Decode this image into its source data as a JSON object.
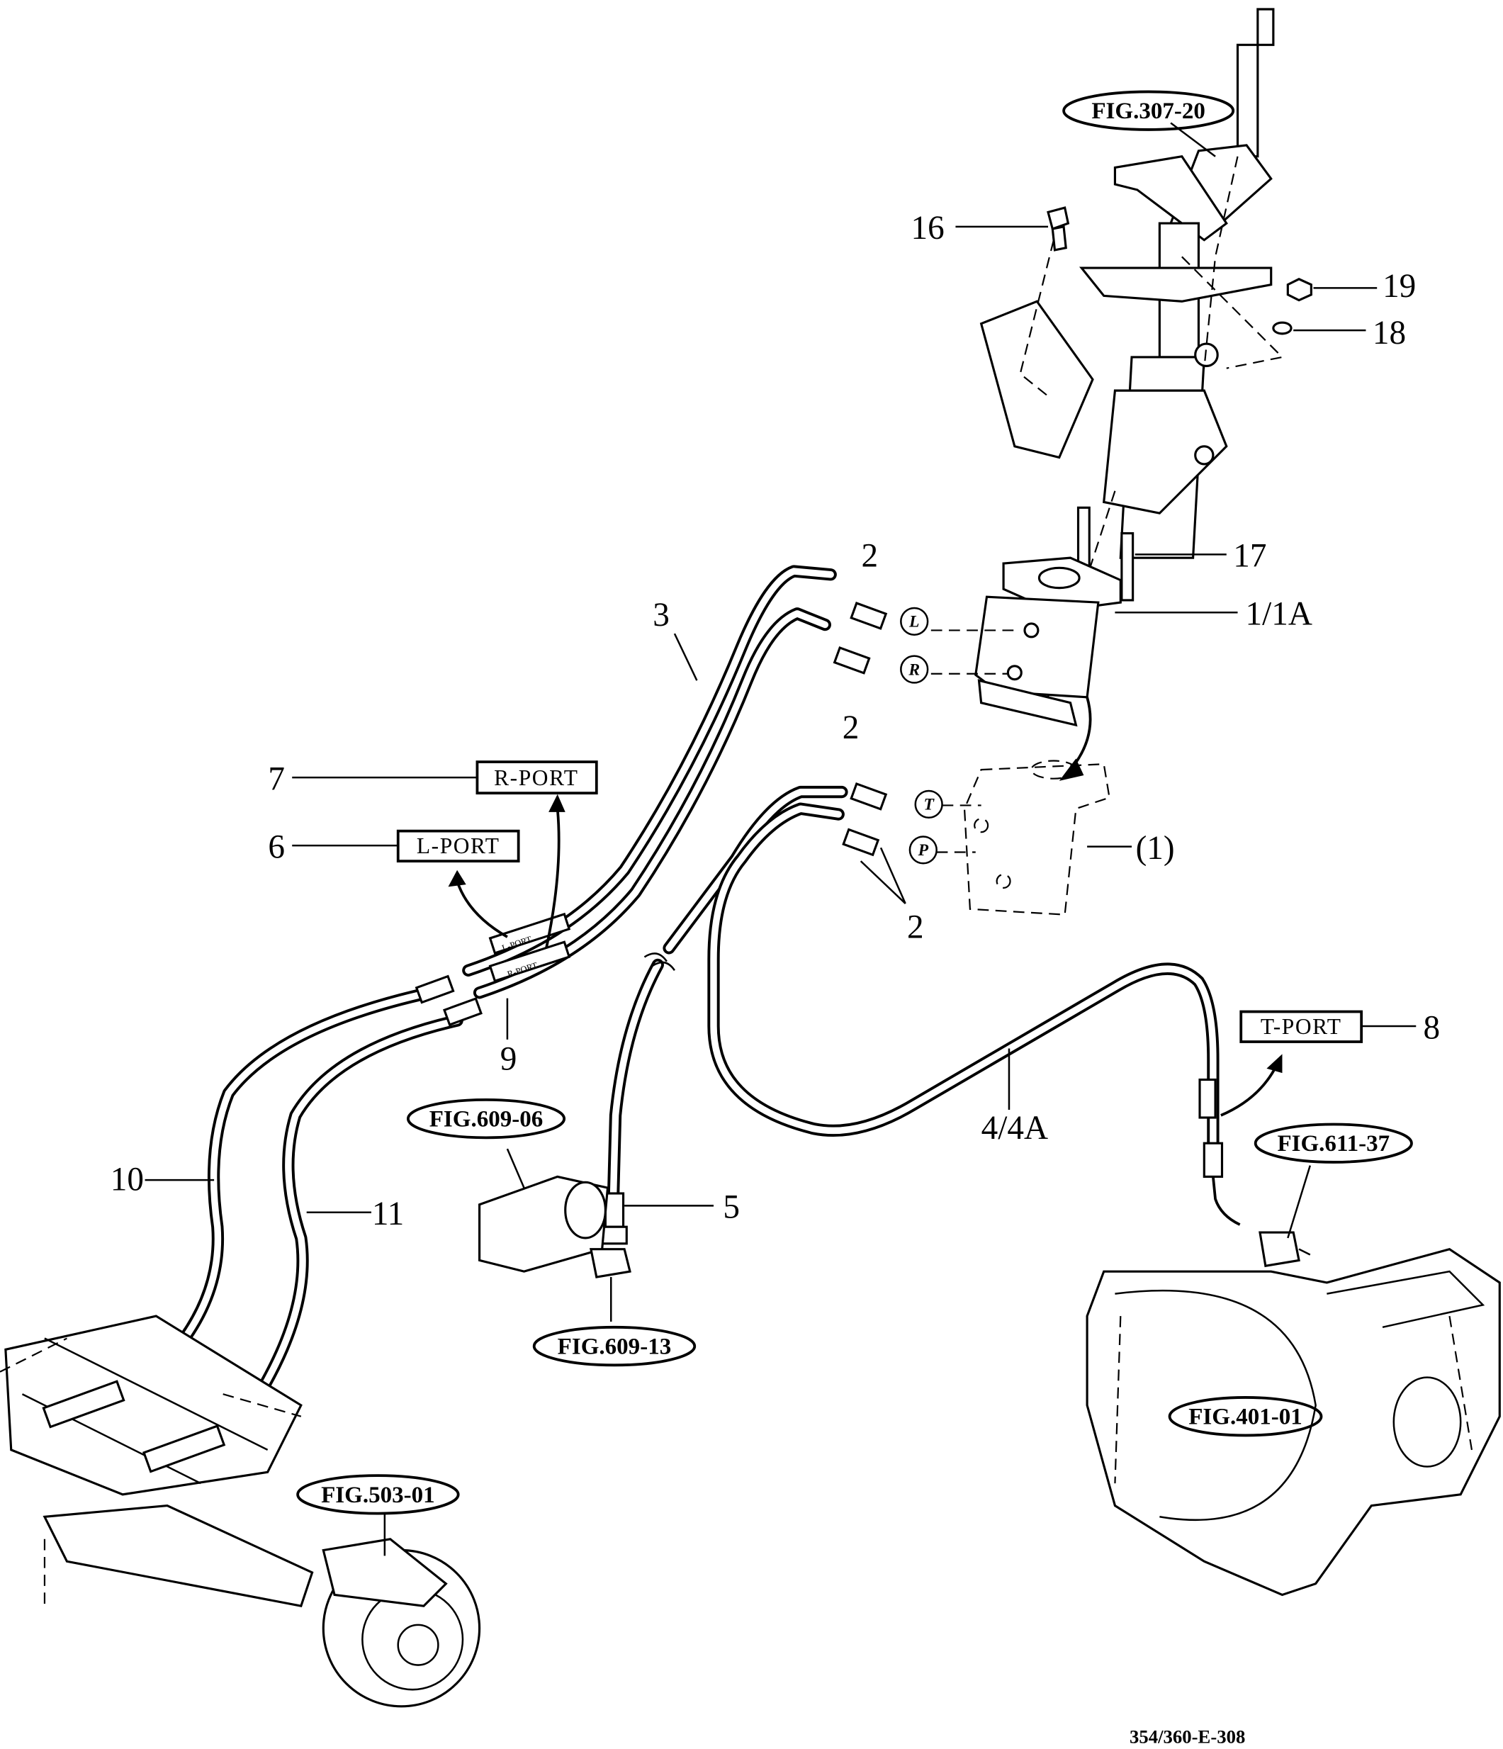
{
  "diagram": {
    "drawing_code": "354/360-E-308",
    "figure_refs": {
      "steering_column": "FIG.307-20",
      "pump": "FIG.609-06",
      "pump_fitting": "FIG.609-13",
      "transmission_fitting": "FIG.611-37",
      "transmission": "FIG.401-01",
      "front_axle": "FIG.503-01"
    },
    "callouts": {
      "c16": "16",
      "c19": "19",
      "c18": "18",
      "c17": "17",
      "c1_1a": "1/1A",
      "c2_top": "2",
      "c2_mid": "2",
      "c2_low": "2",
      "c3": "3",
      "c7": "7",
      "c6": "6",
      "c1_paren": "(1)",
      "c8": "8",
      "c9": "9",
      "c4_4a": "4/4A",
      "c5": "5",
      "c10": "10",
      "c11": "11"
    },
    "port_tags": {
      "r_port": "R-PORT",
      "l_port": "L-PORT",
      "t_port": "T-PORT"
    },
    "port_markers": {
      "L": "L",
      "R": "R",
      "T": "T",
      "P": "P"
    }
  }
}
